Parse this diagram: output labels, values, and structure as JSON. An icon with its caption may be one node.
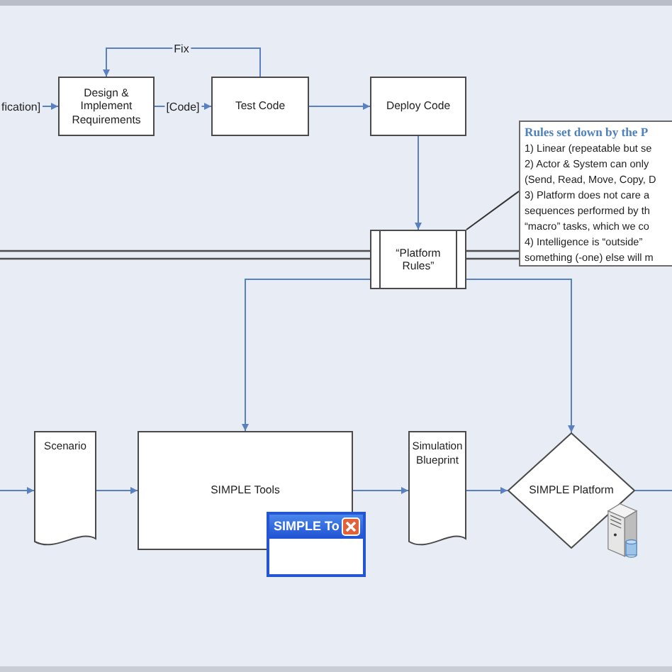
{
  "diagram": {
    "nodes": [
      {
        "text": [
          "Design & Implement Requirements"
        ]
      },
      {
        "text": [
          "Test Code"
        ]
      },
      {
        "text": [
          "Deploy Code"
        ]
      },
      {
        "text": [
          "Rules set down by the P",
          "1) Linear (repeatable but se",
          "2) Actor & System can only",
          "(Send, Read, Move, Copy, D",
          "3) Platform does not care a",
          "sequences performed by th",
          "“macro” tasks, which we co",
          "4) Intelligence is “outside”",
          "something (-one) else will m"
        ]
      },
      {
        "text": [
          "“Platform Rules”"
        ]
      },
      {
        "text": [
          "Scenario"
        ]
      },
      {
        "text": [
          "SIMPLE Tools"
        ]
      },
      {
        "text": [
          "SIMPLE To"
        ]
      },
      {
        "text": [
          "Simulation Blueprint"
        ]
      },
      {
        "text": [
          "SIMPLE Platform"
        ]
      }
    ],
    "edges": [
      {
        "from": null,
        "to": 0,
        "arrow": "to",
        "label": "fication]"
      },
      {
        "from": 0,
        "to": 1,
        "arrow": "to",
        "label": "[Code]"
      },
      {
        "from": 1,
        "to": 0,
        "arrow": "to",
        "label": "Fix"
      },
      {
        "from": 1,
        "to": 2,
        "arrow": "to"
      },
      {
        "from": 2,
        "to": 4,
        "arrow": "to"
      },
      {
        "from": 3,
        "to": 4,
        "arrow": "none",
        "color": "#333333"
      },
      {
        "from": 4,
        "to": 6,
        "arrow": "to"
      },
      {
        "from": 4,
        "to": 9,
        "arrow": "to"
      },
      {
        "from": null,
        "to": 5,
        "arrow": "to"
      },
      {
        "from": 5,
        "to": 6,
        "arrow": "to"
      },
      {
        "from": 6,
        "to": 8,
        "arrow": "to"
      },
      {
        "from": 8,
        "to": 9,
        "arrow": "to"
      },
      {
        "from": 9,
        "to": null,
        "arrow": "none"
      }
    ]
  }
}
